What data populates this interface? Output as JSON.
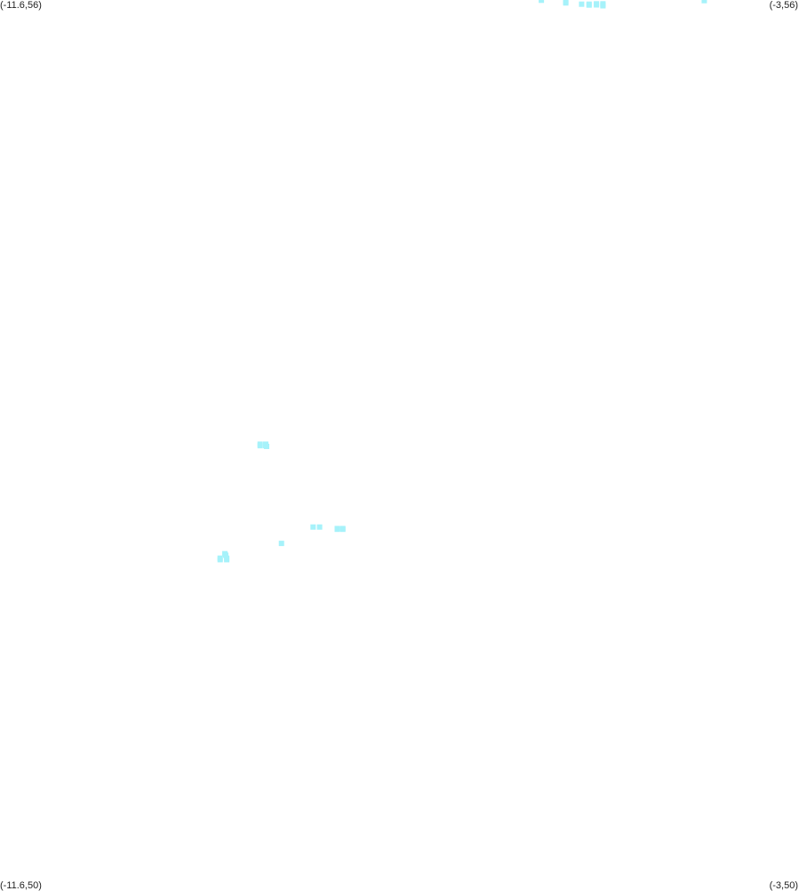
{
  "corners": {
    "top_left": "(-11.6,56)",
    "top_right": "(-3,56)",
    "bottom_left": "(-11.6,50)",
    "bottom_right": "(-3,50)"
  },
  "chart_data": {
    "type": "scatter",
    "xlim": [
      -11.6,
      -3
    ],
    "ylim": [
      50,
      56
    ],
    "grid": false,
    "marker": "square",
    "color": "#a6f2fa",
    "points": [
      [
        -5.773,
        55.998
      ],
      [
        -5.51,
        55.99
      ],
      [
        -5.51,
        55.98
      ],
      [
        -5.34,
        55.972
      ],
      [
        -5.26,
        55.972
      ],
      [
        -5.26,
        55.966
      ],
      [
        -5.18,
        55.974
      ],
      [
        -5.18,
        55.967
      ],
      [
        -5.11,
        55.974
      ],
      [
        -5.11,
        55.967
      ],
      [
        -5.11,
        55.961
      ],
      [
        -4.02,
        55.996
      ],
      [
        -8.8,
        53.0
      ],
      [
        -8.74,
        53.0
      ],
      [
        -8.8,
        52.99
      ],
      [
        -8.74,
        52.99
      ],
      [
        -8.73,
        52.985
      ],
      [
        -8.23,
        52.44
      ],
      [
        -8.16,
        52.44
      ],
      [
        -7.97,
        52.43
      ],
      [
        -7.91,
        52.43
      ],
      [
        -7.97,
        52.425
      ],
      [
        -7.91,
        52.425
      ],
      [
        -8.57,
        52.33
      ],
      [
        -9.18,
        52.26
      ],
      [
        -9.17,
        52.25
      ],
      [
        -9.23,
        52.23
      ],
      [
        -9.16,
        52.23
      ],
      [
        -9.23,
        52.22
      ],
      [
        -9.16,
        52.22
      ]
    ]
  }
}
